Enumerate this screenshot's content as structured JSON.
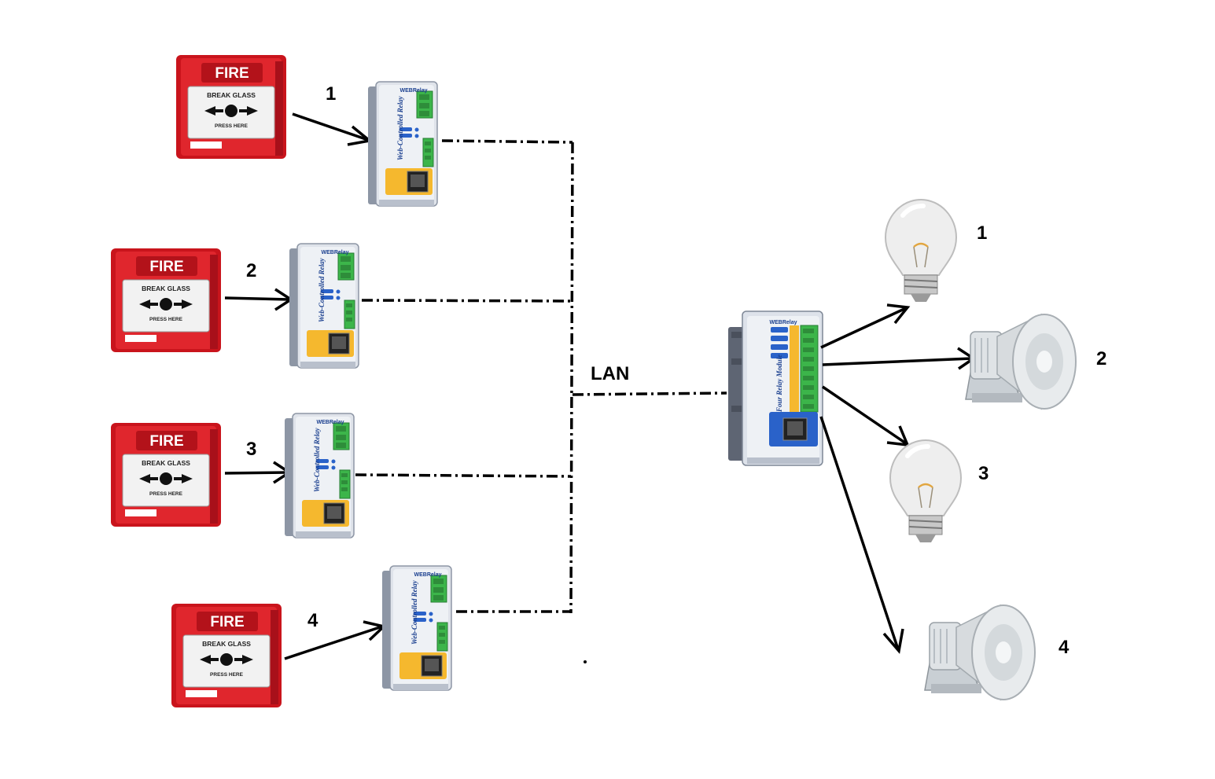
{
  "network_label": "LAN",
  "call_point_text": {
    "fire": "FIRE",
    "break_glass": "BREAK GLASS",
    "press_here": "PRESS HERE"
  },
  "relay_text": {
    "brand": "WEBRelay",
    "side": "Web-Controlled Relay"
  },
  "quad_text": {
    "brand": "WEBRelay",
    "side": "Four Relay Module"
  },
  "inputs": [
    {
      "number": "1"
    },
    {
      "number": "2"
    },
    {
      "number": "3"
    },
    {
      "number": "4"
    }
  ],
  "outputs": [
    {
      "number": "1",
      "device": "light-bulb"
    },
    {
      "number": "2",
      "device": "siren-horn"
    },
    {
      "number": "3",
      "device": "light-bulb"
    },
    {
      "number": "4",
      "device": "siren-horn"
    }
  ],
  "colors": {
    "alarm_red": "#d8232a",
    "terminal_green": "#3cb54a",
    "relay_blue": "#2a62c9",
    "port_yellow": "#f5b82e"
  }
}
